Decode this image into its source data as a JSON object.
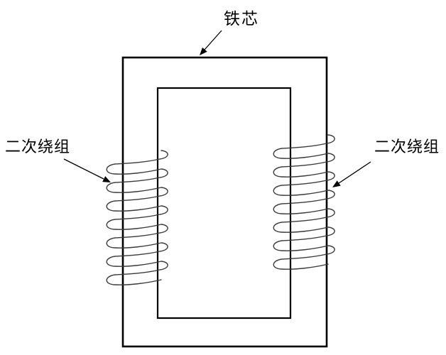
{
  "diagram": {
    "iron_core_label": "铁芯",
    "left_winding_label": "二次绕组",
    "right_winding_label": "二次绕组",
    "colors": {
      "outline": "#000000",
      "coil": "#3a3a3a",
      "arrow": "#000000",
      "background": "#ffffff"
    }
  }
}
